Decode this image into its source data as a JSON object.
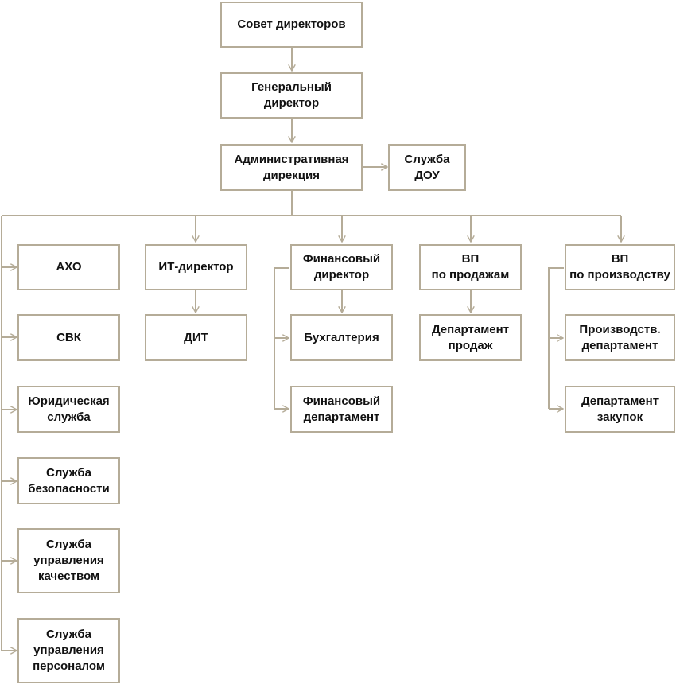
{
  "colors": {
    "line": "#b5ac98",
    "box_border": "#b5ac98",
    "text": "#111111",
    "background": "#ffffff"
  },
  "nodes": {
    "board": "Совет директоров",
    "ceo": "Генеральный\nдиректор",
    "admin": "Административная\nдирекция",
    "dou": "Служба\nДОУ",
    "aho": "АХО",
    "svk": "СВК",
    "legal": "Юридическая\nслужба",
    "security": "Служба\nбезопасности",
    "quality": "Служба\nуправления\nкачеством",
    "hr": "Служба\nуправления\nперсоналом",
    "it_director": "ИТ-директор",
    "dit": "ДИТ",
    "cfo": "Финансовый\nдиректор",
    "accounting": "Бухгалтерия",
    "finance_dept": "Финансовый\nдепартамент",
    "vp_sales": "ВП\nпо продажам",
    "sales_dept": "Департамент\nпродаж",
    "vp_production": "ВП\nпо производству",
    "production_dept": "Производств.\nдепартамент",
    "purchasing_dept": "Департамент\nзакупок"
  }
}
